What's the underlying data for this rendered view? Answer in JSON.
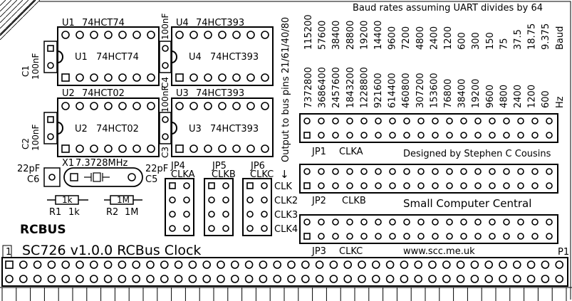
{
  "title": "SC726 v1.0.0 RCBus Clock",
  "logo": "RCBUS",
  "website": "www.scc.me.uk",
  "designer": "Designed by Stephen C Cousins",
  "company": "Small Computer Central",
  "pin1_label": "1",
  "connector_label": "P1",
  "baud_heading": "Baud rates assuming UART divides by 64",
  "output_note": "Output to bus pins 21/61/40/80",
  "output_arrow": "↓",
  "baud_rates": [
    "115200",
    "57600",
    "38400",
    "28800",
    "19200",
    "14400",
    "9600",
    "7200",
    "4800",
    "2400",
    "1200",
    "600",
    "300",
    "150",
    "75",
    "37.5",
    "18.75",
    "9.375",
    "Baud"
  ],
  "clock_rates": [
    "7372800",
    "3686400",
    "2457600",
    "1843200",
    "1228800",
    "921600",
    "614400",
    "460800",
    "307200",
    "153600",
    "76800",
    "38400",
    "19200",
    "9600",
    "4800",
    "2400",
    "1200",
    "600",
    "Hz"
  ],
  "chips": [
    {
      "ref": "U1",
      "part": "74HCT74"
    },
    {
      "ref": "U4",
      "part": "74HCT393"
    },
    {
      "ref": "U2",
      "part": "74HCT02"
    },
    {
      "ref": "U3",
      "part": "74HCT393"
    }
  ],
  "capacitors": [
    {
      "ref": "C1",
      "value": "100nF"
    },
    {
      "ref": "C4",
      "value": "100nF"
    },
    {
      "ref": "C2",
      "value": "100nF"
    },
    {
      "ref": "C3",
      "value": "100nF"
    },
    {
      "ref": "C6",
      "value": "22pF"
    },
    {
      "ref": "C5",
      "value": "22pF"
    }
  ],
  "crystal": {
    "ref": "X1",
    "value": "7.3728MHz"
  },
  "resistors": [
    {
      "ref": "R1",
      "value": "1k"
    },
    {
      "ref": "R2",
      "value": "1M"
    }
  ],
  "jumpers_small": [
    {
      "ref": "JP4",
      "name": "CLKA"
    },
    {
      "ref": "JP5",
      "name": "CLKB"
    },
    {
      "ref": "JP6",
      "name": "CLKC"
    }
  ],
  "clock_outputs": [
    "CLK",
    "CLK2",
    "CLK3",
    "CLK4"
  ],
  "jumpers_large": [
    {
      "ref": "JP1",
      "name": "CLKA"
    },
    {
      "ref": "JP2",
      "name": "CLKB"
    },
    {
      "ref": "JP3",
      "name": "CLKC"
    }
  ]
}
